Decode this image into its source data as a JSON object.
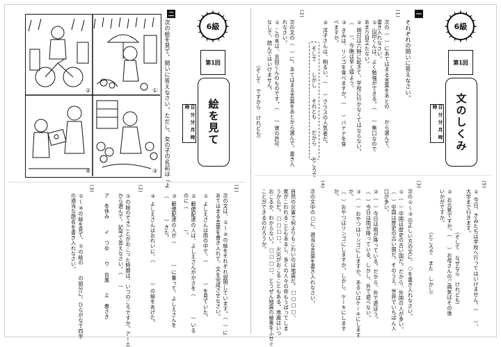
{
  "right_page": {
    "grade_badge": "6級",
    "round_label": "第1回",
    "title": "文のしくみ",
    "score_box": "日 分 分\n月 時 時",
    "section1_number": "一",
    "section1_instruction": "それぞれの問いに答えなさい。",
    "q1_label": "(1)",
    "q1_text": "次の（　）にあてはまる言葉をあとの　　から選んで、\n書き入れなさい。",
    "q1_items": [
      "① 山田くんは、よく勉強ができる。（　　）無口なので\nあまり目立たない。",
      "② 明日は六時に起きて、学校に行かなくてはならない。\n（　　）、今晩は早く寝よう。",
      "③ きみは、リンゴを食べますか。（　　）バナナを食\nべますか。",
      "④ 洋子さんは、明るい。（　　）クラスの人気者だ。"
    ],
    "q1_word_choices": "そして　　しかし　　それとも　　だから　　ところで",
    "q2_label": "(2)",
    "q2_text": "次の文の（　）に、あてはまる言葉をあとから選んで、書き入\nれなさい。",
    "q2_items": [
      "① この本は、吉田くんのものです。（　　）彼の許可\nなしで、読んではいけません。"
    ],
    "q2_word_choices": "（そして　ですから　けれども）",
    "q3_label": "(3)",
    "q3_text": "次の①～③の正しい方の文に、○を書き入れなさい。",
    "q3_items": [
      "①（　）中国は歴史の古い国だ。だから、外国の人が多い。\n（　）中国は歴史の古い国だ。そのうえ、世界でいちばん人\n口が多い。",
      "②（　）今日は雨が降っている。だから、外で遊ぼう。\n（　）今日は雨が降っている。しかし、外で遊べない。",
      "③（　）おやつはリンゴにしますか。あるいはケーキにします\nか。\n（　）おやつはリンゴにしますか。しかし、ケーキにします\nか。"
    ],
    "q4_label": "(4)",
    "q4_text": "次の文中の□に、適当な言葉を書き入れなさい。",
    "q4_passage": "自然の災害で何よりもこわいのは地震だ。□□□□、\n家がこわれることもあるし、多くの人々の命もうばってしま\nうからだ。□□□□、火災がおこることもある。地震はいつ\nおこるか、わからない。□□□□、とうぜん地震の被害をふせぐ\nことができるのだろうか。",
    "q5_label": "(5)",
    "q5_items": [
      "① 今日、きみたちは学校へ行ってはいけません。（　　）、\n大学まで行きます。",
      "② お元気ですか。（　　）お母さんのご病気はその後\nいかがですか。"
    ],
    "q5_word_choices": "（ところで　また　しかし）",
    "q5_word_choices_2": "（そして　なぜなら　けれども）"
  },
  "left_page": {
    "grade_badge": "6級",
    "round_label": "第1回",
    "title": "絵を見て",
    "score_box": "日 分 分\n月 時 時",
    "section_number": "二",
    "instruction": "次の絵を見て、問いに答えなさい。ただし、女の子の名前は「よ\nしえ」といいます。",
    "illustration_numbers": [
      "①",
      "②",
      "③",
      "④"
    ],
    "q1_label": "(1)",
    "q1_text": "次の文は、①～④の絵をそれぞれ説明しています。（　）に\nあてはまる言葉を書き入れて、文を完成させなさい。",
    "q1_items": [
      "① よしえさんは雨の中で、（　　　　）を見ていた。",
      "② 郵便配達の人は、よしえさんがかさを（　　　　）いる\nのに（　　　　）。",
      "③ 郵便配達の人が（　　　　）に乗って、よしえさんを\n（　　　　）きた。",
      "④ よしえさんはおれいに、（　　　　）の絵をあげた。"
    ],
    "q2_label": "(2)",
    "q2_text": "①の絵のできごとがおこった時期は、いつのころですか。アーエ\nから選んで、記号で答えなさい。（　　）",
    "q2_choices": "ア　冬休み　　イ　つゆ　　ウ　台風　　エ　春さき",
    "q3_label": "(3)",
    "q3_text": "①～④の絵を見て、①の絵の　　の部分に、ひらがなで四字\nの適当な題名を書き入れなさい。"
  }
}
